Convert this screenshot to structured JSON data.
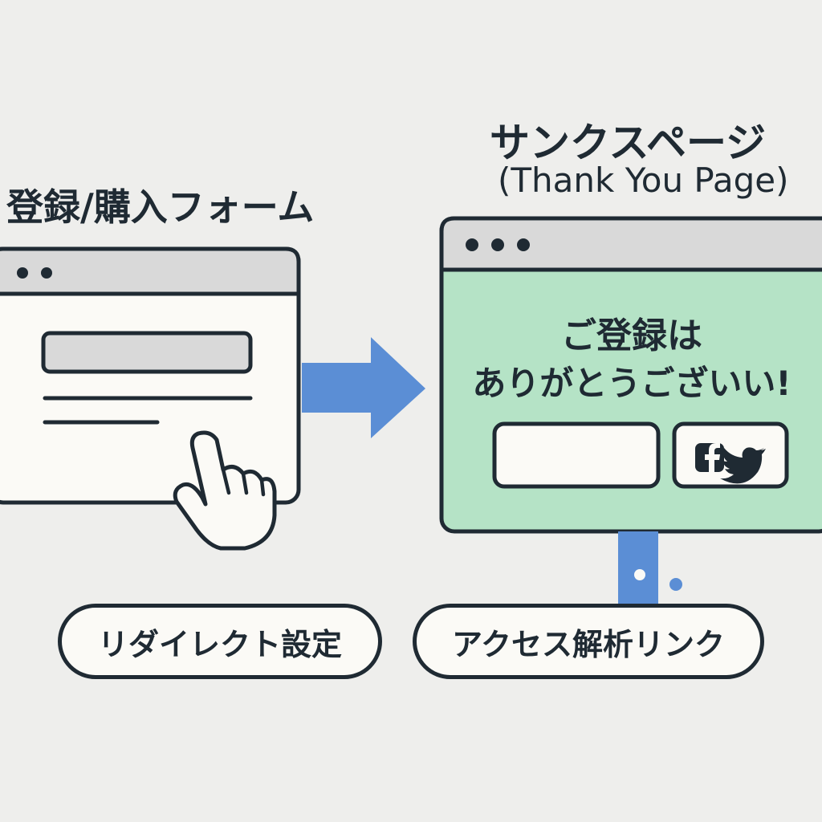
{
  "form_section": {
    "title": "登録/購入フォーム"
  },
  "thank_you_section": {
    "title": "サンクスページ",
    "subtitle": "(Thank You Page)",
    "message_line1": "ご登録は",
    "message_line2": "ありがとうございい!"
  },
  "labels": {
    "redirect": "リダイレクト設定",
    "analytics": "アクセス解析リンク"
  },
  "colors": {
    "background": "#eeeeec",
    "outline": "#1f2a33",
    "window_panel": "#fbfaf6",
    "title_bar": "#d9d9d9",
    "thank_you_panel": "#b5e3c6",
    "arrow": "#5b8ed5"
  },
  "icons": [
    "facebook-icon",
    "twitter-icon",
    "pointer-hand-icon",
    "arrow-right-icon"
  ]
}
